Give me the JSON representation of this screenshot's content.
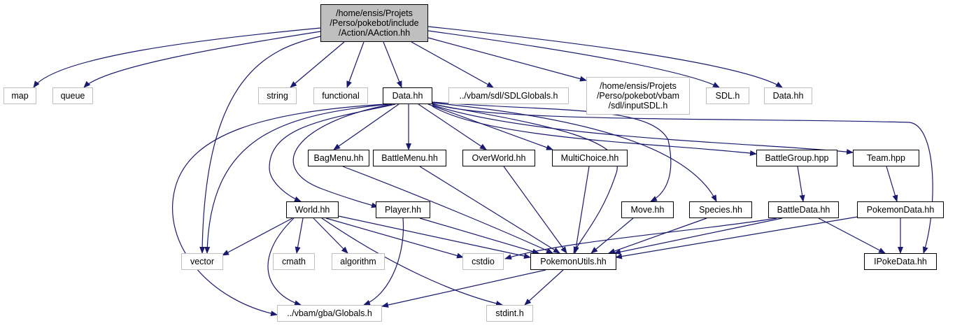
{
  "graph": {
    "edge_color": "#191970",
    "root_fill": "#bfbfbf",
    "external_border": "#bfbfbf",
    "nodes": {
      "aaction": "/home/ensis/Projets\n/Perso/pokebot/include\n/Action/AAction.hh",
      "map": "map",
      "queue": "queue",
      "string": "string",
      "functional": "functional",
      "data": "Data.hh",
      "sdlglobals": "../vbam/sdl/SDLGlobals.h",
      "inputsdl": "/home/ensis/Projets\n/Perso/pokebot/vbam\n/sdl/inputSDL.h",
      "sdl": "SDL.h",
      "data2": "Data.hh",
      "bagmenu": "BagMenu.hh",
      "battlemenu": "BattleMenu.hh",
      "overworld": "OverWorld.hh",
      "multichoice": "MultiChoice.hh",
      "battlegroup": "BattleGroup.hpp",
      "team": "Team.hpp",
      "world": "World.hh",
      "player": "Player.hh",
      "move": "Move.hh",
      "species": "Species.hh",
      "battledata": "BattleData.hh",
      "pokemondata": "PokemonData.hh",
      "vector": "vector",
      "cmath": "cmath",
      "algorithm": "algorithm",
      "cstdio": "cstdio",
      "pokemonutils": "PokemonUtils.hh",
      "ipokedata": "IPokeData.hh",
      "globals": "../vbam/gba/Globals.h",
      "stdint": "stdint.h"
    }
  }
}
